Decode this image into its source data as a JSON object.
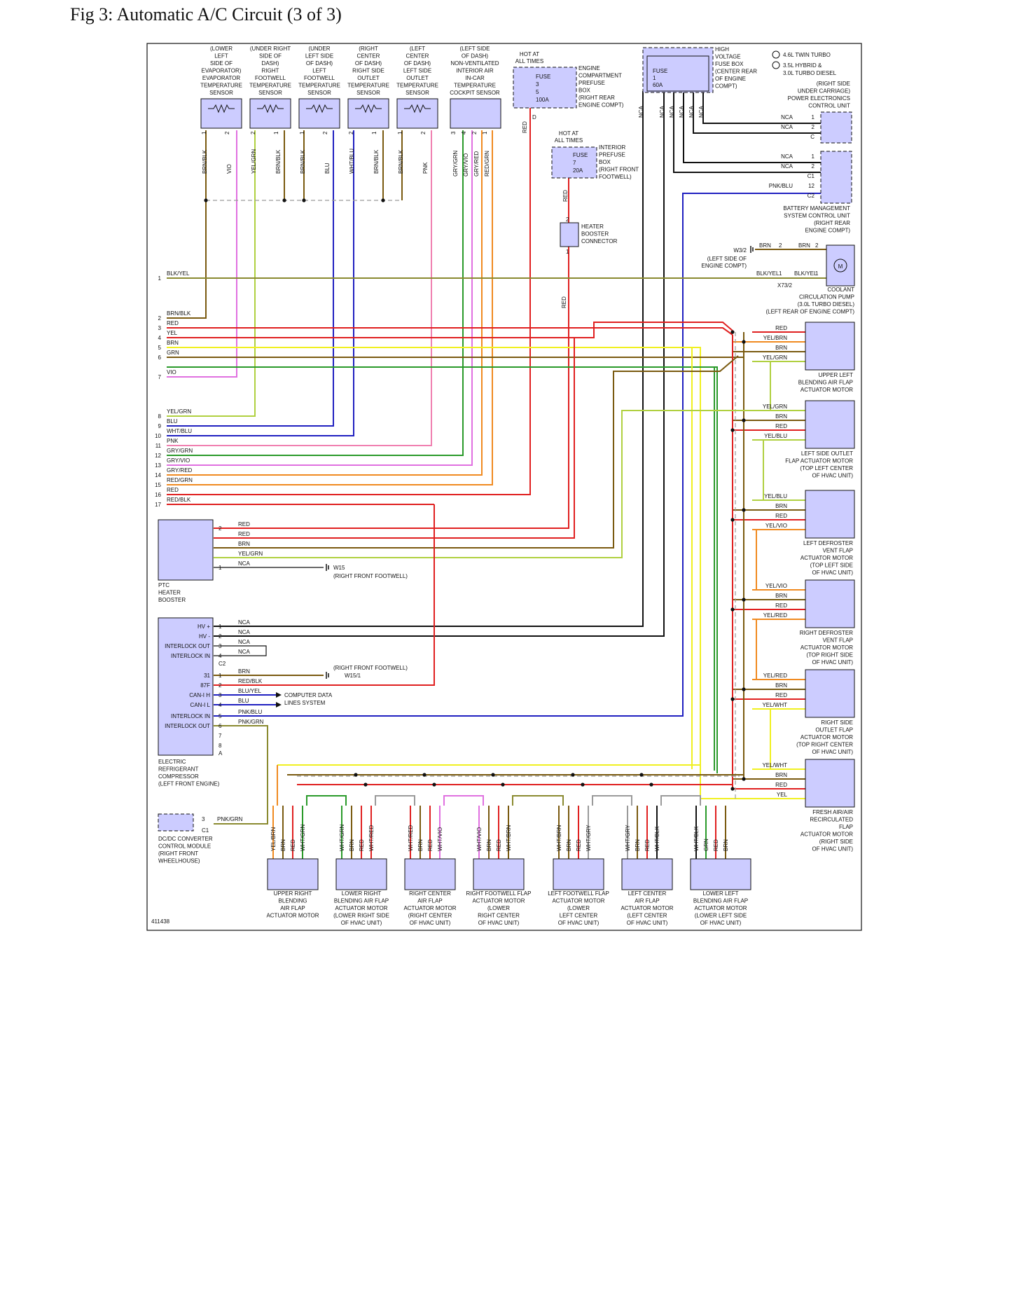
{
  "page_title": "Fig 3: Automatic A/C Circuit (3 of 3)",
  "figure_id": "411438",
  "colors": {
    "component_fill": "#ccccff",
    "RED": "#e02020",
    "YEL": "#f0f020",
    "BRN": "#7a5a10",
    "GRN": "#2a9a2a",
    "VIO": "#e070e0",
    "PNK": "#f080b0",
    "BLU": "#2020c0",
    "BLK": "#111111",
    "ORG": "#f08a20",
    "OLIVE": "#8a8a30",
    "LIME": "#b0d040",
    "GRY": "#9a9a9a"
  },
  "sensors": [
    {
      "label": [
        "(LOWER",
        "LEFT",
        "SIDE OF",
        "EVAPORATOR)",
        "EVAPORATOR",
        "TEMPERATURE",
        "SENSOR"
      ],
      "pins": [
        "1",
        "2"
      ],
      "wires": [
        "BRN/BLK",
        "VIO"
      ]
    },
    {
      "label": [
        "(UNDER RIGHT",
        "SIDE OF",
        "DASH)",
        "RIGHT",
        "FOOTWELL",
        "TEMPERATURE",
        "SENSOR"
      ],
      "pins": [
        "2",
        "1"
      ],
      "wires": [
        "YEL/GRN",
        "BRN/BLK"
      ]
    },
    {
      "label": [
        "(UNDER",
        "LEFT SIDE",
        "OF DASH)",
        "LEFT",
        "FOOTWELL",
        "TEMPERATURE",
        "SENSOR"
      ],
      "pins": [
        "1",
        "2"
      ],
      "wires": [
        "BRN/BLK",
        "BLU"
      ]
    },
    {
      "label": [
        "(RIGHT",
        "CENTER",
        "OF DASH)",
        "RIGHT SIDE",
        "OUTLET",
        "TEMPERATURE",
        "SENSOR"
      ],
      "pins": [
        "2",
        "1"
      ],
      "wires": [
        "WHT/BLU",
        "BRN/BLK"
      ]
    },
    {
      "label": [
        "(LEFT",
        "CENTER",
        "OF DASH)",
        "LEFT SIDE",
        "OUTLET",
        "TEMPERATURE",
        "SENSOR"
      ],
      "pins": [
        "1",
        "2"
      ],
      "wires": [
        "BRN/BLK",
        "PNK"
      ]
    },
    {
      "label": [
        "(LEFT SIDE",
        "OF DASH)",
        "NON-VENTILATED",
        "INTERIOR AIR",
        "IN-CAR",
        "TEMPERATURE",
        "COCKPIT SENSOR"
      ],
      "pins": [
        "3",
        "4",
        "2",
        "1"
      ],
      "wires": [
        "GRY/GRN",
        "GRY/VIO",
        "GRY/RED",
        "RED/GRN"
      ]
    }
  ],
  "hot_at_all_times": [
    "HOT AT",
    "ALL TIMES"
  ],
  "engine_prefuse": {
    "fuse": [
      "FUSE",
      "3",
      "5",
      "100A"
    ],
    "label": [
      "ENGINE",
      "COMPARTMENT",
      "PREFUSE",
      "BOX",
      "(RIGHT REAR",
      "ENGINE COMPT)"
    ],
    "pin": "D",
    "wire": "RED"
  },
  "interior_prefuse": {
    "fuse": [
      "FUSE",
      "7",
      "20A"
    ],
    "label": [
      "INTERIOR",
      "PREFUSE",
      "BOX",
      "(RIGHT FRONT",
      "FOOTWELL)"
    ],
    "wire": "RED"
  },
  "hv_fuse_box": {
    "fuse": [
      "FUSE",
      "1",
      "60A"
    ],
    "label": [
      "HIGH",
      "VOLTAGE",
      "FUSE BOX",
      "(CENTER REAR",
      "OF ENGINE",
      "COMPT)"
    ],
    "wires": [
      "NCA",
      "NCA",
      "NCA",
      "NCA",
      "NCA",
      "NCA"
    ]
  },
  "legend": [
    "4.6L TWIN TURBO",
    "3.5L HYBRID &",
    "3.0L TURBO DIESEL"
  ],
  "power_electronics": {
    "label": [
      "(RIGHT SIDE",
      "UNDER CARRIAGE)",
      "POWER ELECTRONICS",
      "CONTROL UNIT"
    ],
    "rows": [
      [
        "NCA",
        "1"
      ],
      [
        "NCA",
        "2"
      ]
    ],
    "conn": "C"
  },
  "battery_mgmt": {
    "label": [
      "BATTERY MANAGEMENT",
      "SYSTEM CONTROL UNIT",
      "(RIGHT REAR",
      "ENGINE COMPT)"
    ],
    "rows": [
      [
        "NCA",
        "1"
      ],
      [
        "NCA",
        "2"
      ],
      [
        "PNK/BLU",
        "12"
      ]
    ],
    "conn": [
      "C1",
      "C2"
    ]
  },
  "heater_booster_connector": {
    "label": [
      "HEATER",
      "BOOSTER",
      "CONNECTOR"
    ],
    "pins": [
      "2",
      "1"
    ],
    "wire": "RED"
  },
  "coolant_pump": {
    "label": [
      "COOLANT",
      "CIRCULATION PUMP",
      "(3.0L TURBO DIESEL)",
      "(LEFT REAR OF ENGINE COMPT)"
    ],
    "ground": [
      "W3/2",
      "(LEFT SIDE OF",
      "ENGINE COMPT)"
    ],
    "wires": [
      "BRN",
      "2",
      "BRN",
      "2",
      "BLK/YEL",
      "1",
      "BLK/YEL",
      "1"
    ],
    "conn": "X73/2",
    "motor": "M"
  },
  "left_connector": [
    {
      "pin": "1",
      "wire": "BLK/YEL"
    },
    {
      "pin": "2",
      "wire": "BRN/BLK"
    },
    {
      "pin": "3",
      "wire": "RED"
    },
    {
      "pin": "4",
      "wire": "YEL"
    },
    {
      "pin": "5",
      "wire": "BRN"
    },
    {
      "pin": "6",
      "wire": "GRN"
    },
    {
      "pin": "7",
      "wire": "VIO"
    },
    {
      "pin": "8",
      "wire": "YEL/GRN"
    },
    {
      "pin": "9",
      "wire": "BLU"
    },
    {
      "pin": "10",
      "wire": "WHT/BLU"
    },
    {
      "pin": "11",
      "wire": "PNK"
    },
    {
      "pin": "12",
      "wire": "GRY/GRN"
    },
    {
      "pin": "13",
      "wire": "GRY/VIO"
    },
    {
      "pin": "14",
      "wire": "GRY/RED"
    },
    {
      "pin": "15",
      "wire": "RED/GRN"
    },
    {
      "pin": "16",
      "wire": "RED"
    },
    {
      "pin": "17",
      "wire": "RED/BLK"
    }
  ],
  "ptc_heater": {
    "label": [
      "PTC",
      "HEATER",
      "BOOSTER"
    ],
    "rows": [
      [
        "2",
        "RED"
      ],
      [
        "",
        "RED"
      ],
      [
        "",
        "BRN"
      ],
      [
        "",
        "YEL/GRN"
      ],
      [
        "1",
        "NCA"
      ]
    ],
    "ground": [
      "W15",
      "(RIGHT FRONT FOOTWELL)"
    ]
  },
  "compressor": {
    "label": [
      "ELECTRIC",
      "REFRIGERANT",
      "COMPRESSOR",
      "(LEFT FRONT ENGINE)"
    ],
    "c2_rows": [
      [
        "HV +",
        "1",
        "NCA"
      ],
      [
        "HV -",
        "2",
        "NCA"
      ],
      [
        "INTERLOCK OUT",
        "3",
        "NCA"
      ],
      [
        "INTERLOCK IN",
        "4",
        "NCA"
      ]
    ],
    "c2_conn": "C2",
    "a_rows": [
      [
        "31",
        "1",
        "BRN"
      ],
      [
        "87F",
        "2",
        "RED/BLK"
      ],
      [
        "CAN-I H",
        "3",
        "BLU/YEL"
      ],
      [
        "CAN-I L",
        "4",
        "BLU"
      ],
      [
        "INTERLOCK IN",
        "5",
        "PNK/BLU"
      ],
      [
        "INTERLOCK OUT",
        "6",
        "PNK/GRN"
      ],
      [
        "",
        "7",
        ""
      ],
      [
        "",
        "8",
        ""
      ]
    ],
    "a_conn": "A",
    "ground": [
      "(RIGHT FRONT FOOTWELL)",
      "W15/1"
    ],
    "data_lines": [
      "COMPUTER DATA",
      "LINES SYSTEM"
    ]
  },
  "dcdc": {
    "label": [
      "DC/DC CONVERTER",
      "CONTROL MODULE",
      "(RIGHT FRONT",
      "WHEELHOUSE)"
    ],
    "pin": "3",
    "wire": "PNK/GRN",
    "conn": "C1"
  },
  "right_motors": [
    {
      "label": [
        "UPPER LEFT",
        "BLENDING AIR FLAP",
        "ACTUATOR MOTOR"
      ],
      "wires": [
        "RED",
        "YEL/BRN",
        "BRN",
        "YEL/GRN"
      ]
    },
    {
      "label": [
        "LEFT SIDE OUTLET",
        "FLAP ACTUATOR MOTOR",
        "(TOP LEFT CENTER",
        "OF HVAC UNIT)"
      ],
      "wires": [
        "YEL/GRN",
        "BRN",
        "RED",
        "YEL/BLU"
      ]
    },
    {
      "label": [
        "LEFT DEFROSTER",
        "VENT FLAP",
        "ACTUATOR MOTOR",
        "(TOP LEFT SIDE",
        "OF HVAC UNIT)"
      ],
      "wires": [
        "YEL/BLU",
        "BRN",
        "RED",
        "YEL/VIO"
      ]
    },
    {
      "label": [
        "RIGHT DEFROSTER",
        "VENT FLAP",
        "ACTUATOR MOTOR",
        "(TOP RIGHT SIDE",
        "OF HVAC UNIT)"
      ],
      "wires": [
        "YEL/VIO",
        "BRN",
        "RED",
        "YEL/RED"
      ]
    },
    {
      "label": [
        "RIGHT SIDE",
        "OUTLET FLAP",
        "ACTUATOR MOTOR",
        "(TOP RIGHT CENTER",
        "OF HVAC UNIT)"
      ],
      "wires": [
        "YEL/RED",
        "BRN",
        "RED",
        "YEL/WHT"
      ]
    },
    {
      "label": [
        "FRESH AIR/AIR",
        "RECIRCULATED",
        "FLAP",
        "ACTUATOR MOTOR",
        "(RIGHT SIDE",
        "OF HVAC UNIT)"
      ],
      "wires": [
        "YEL/WHT",
        "BRN",
        "RED",
        "YEL"
      ]
    }
  ],
  "bottom_motors": [
    {
      "label": [
        "UPPER RIGHT",
        "BLENDING",
        "AIR FLAP",
        "ACTUATOR MOTOR"
      ],
      "wires": [
        "YEL/BRN",
        "BRN",
        "RED",
        "WHT/GRN"
      ]
    },
    {
      "label": [
        "LOWER RIGHT",
        "BLENDING AIR FLAP",
        "ACTUATOR MOTOR",
        "(LOWER RIGHT SIDE",
        "OF HVAC UNIT)"
      ],
      "wires": [
        "WHT/GRN",
        "BRN",
        "RED",
        "WHT/RED"
      ]
    },
    {
      "label": [
        "RIGHT CENTER",
        "AIR FLAP",
        "ACTUATOR MOTOR",
        "(RIGHT CENTER",
        "OF HVAC UNIT)"
      ],
      "wires": [
        "WHT/RED",
        "BRN",
        "RED",
        "WHT/VIO"
      ]
    },
    {
      "label": [
        "RIGHT FOOTWELL FLAP",
        "ACTUATOR MOTOR",
        "(LOWER",
        "RIGHT CENTER",
        "OF HVAC UNIT)"
      ],
      "wires": [
        "WHT/VIO",
        "BRN",
        "RED",
        "WHT/BRN"
      ]
    },
    {
      "label": [
        "LEFT FOOTWELL FLAP",
        "ACTUATOR MOTOR",
        "(LOWER",
        "LEFT CENTER",
        "OF HVAC UNIT)"
      ],
      "wires": [
        "WHT/BRN",
        "BRN",
        "RED",
        "WHT/GRY"
      ]
    },
    {
      "label": [
        "LEFT CENTER",
        "AIR FLAP",
        "ACTUATOR MOTOR",
        "(LEFT CENTER",
        "OF HVAC UNIT)"
      ],
      "wires": [
        "WHT/GRY",
        "BRN",
        "RED",
        "WHT/BLK"
      ]
    },
    {
      "label": [
        "LOWER LEFT",
        "BLENDING AIR FLAP",
        "ACTUATOR MOTOR",
        "(LOWER LEFT SIDE",
        "OF HVAC UNIT)"
      ],
      "wires": [
        "WHT/BLK",
        "GRN",
        "RED",
        "BRN"
      ]
    }
  ]
}
